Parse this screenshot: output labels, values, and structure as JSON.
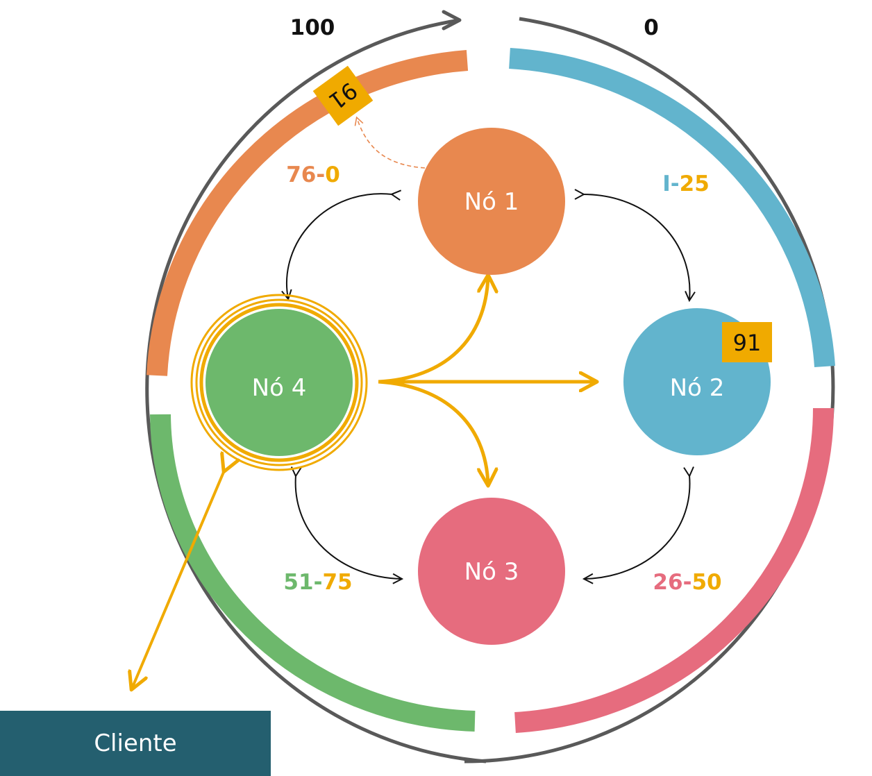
{
  "colors": {
    "node1": "#e8884f",
    "node2": "#62b4cd",
    "node3": "#e66c7e",
    "node4": "#6db86c",
    "accent": "#f0aa00",
    "ring": "#595959",
    "client": "#245f6f"
  },
  "scale": {
    "start_label": "100",
    "end_label": "0"
  },
  "nodes": {
    "node1": {
      "label": "Nó 1"
    },
    "node2": {
      "label": "Nó 2"
    },
    "node3": {
      "label": "Nó 3"
    },
    "node4": {
      "label": "Nó 4"
    }
  },
  "ranges": {
    "node1": {
      "start": "76",
      "sep": "-",
      "end": "0"
    },
    "node2": {
      "start": "I",
      "sep": "-",
      "end": "25"
    },
    "node3": {
      "start": "26",
      "sep": "-",
      "end": "50"
    },
    "node4": {
      "start": "51",
      "sep": "-",
      "end": "75"
    }
  },
  "badges": {
    "on_ring": "91",
    "on_node2": "91"
  },
  "client": {
    "label": "Cliente"
  }
}
